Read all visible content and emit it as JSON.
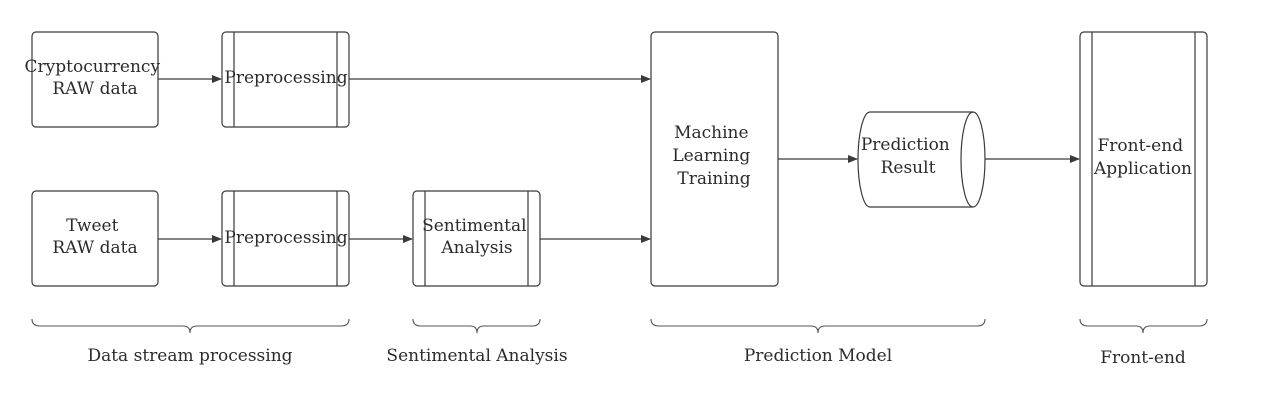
{
  "nodes": {
    "crypto_raw": [
      "Cryptocurrency",
      "RAW data"
    ],
    "preprocess_crypto": [
      "Preprocessing"
    ],
    "tweet_raw": [
      "Tweet",
      "RAW data"
    ],
    "preprocess_tweet": [
      "Preprocessing"
    ],
    "sentiment": [
      "Sentimental",
      "Analysis"
    ],
    "ml_training": [
      "Machine",
      "Learning",
      "Training"
    ],
    "prediction_result": [
      "Prediction",
      "Result"
    ],
    "frontend_app": [
      "Front-end",
      "Application"
    ]
  },
  "groups": {
    "data_stream": "Data stream processing",
    "sentimental": "Sentimental Analysis",
    "prediction": "Prediction Model",
    "frontend": "Front-end"
  }
}
